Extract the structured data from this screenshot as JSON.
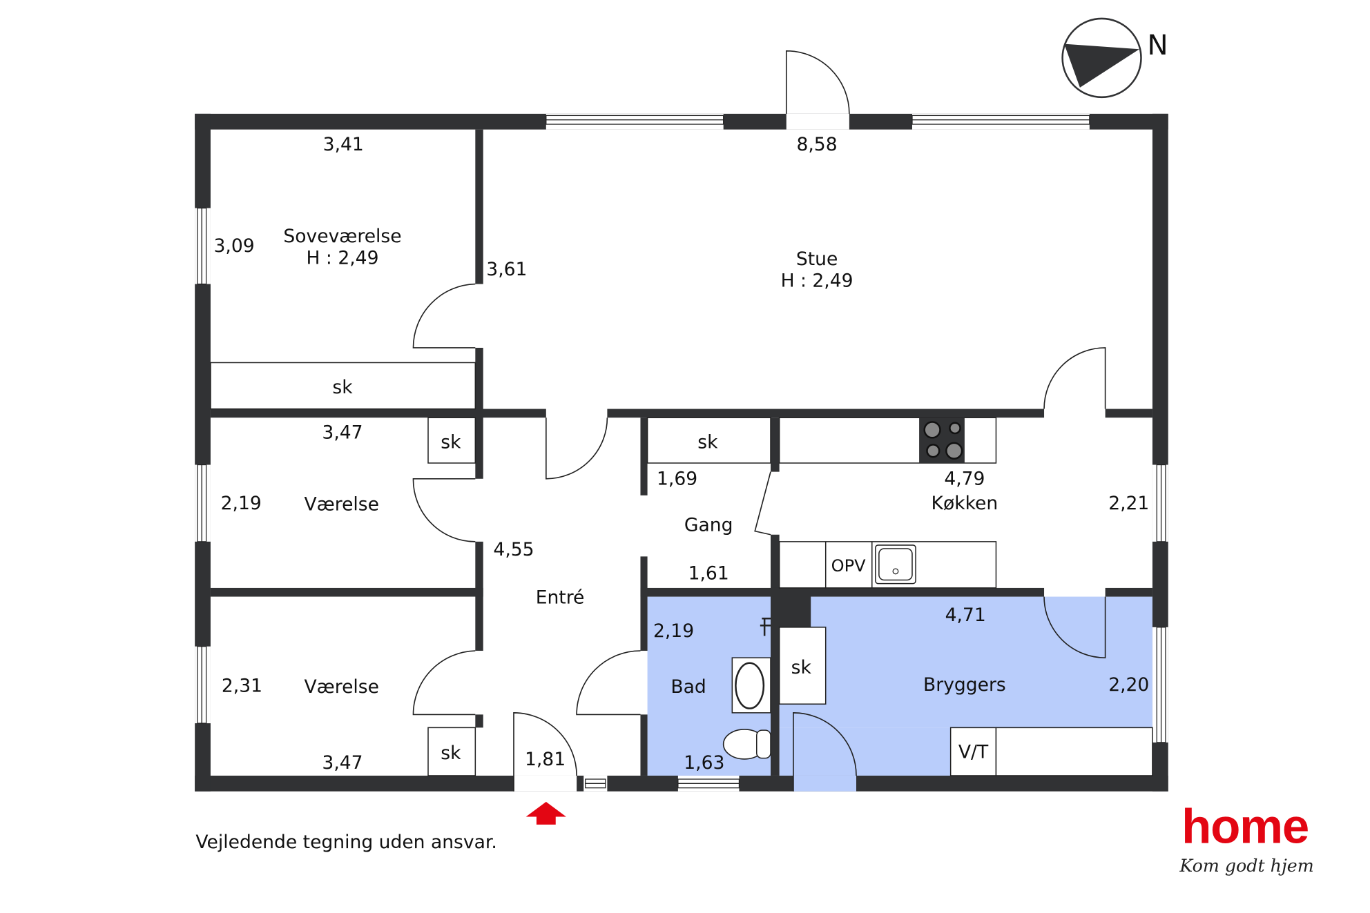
{
  "compass": {
    "label": "N"
  },
  "rooms": {
    "sovevaerelse": {
      "name": "Soveværelse",
      "height": "H : 2,49",
      "width": "3,41",
      "depth": "3,09",
      "closet": "sk"
    },
    "stue": {
      "name": "Stue",
      "height": "H : 2,49",
      "width": "8,58",
      "depth": "3,61"
    },
    "vaerelse1": {
      "name": "Værelse",
      "width": "3,47",
      "depth": "2,19",
      "closet": "sk"
    },
    "vaerelse2": {
      "name": "Værelse",
      "width": "3,47",
      "depth": "2,31",
      "closet": "sk"
    },
    "entre": {
      "name": "Entré",
      "depth": "4,55",
      "width": "1,81"
    },
    "gang": {
      "name": "Gang",
      "width_top": "1,69",
      "width_bottom": "1,61",
      "closet": "sk"
    },
    "kokken": {
      "name": "Køkken",
      "width": "4,79",
      "depth": "2,21",
      "appliance": "OPV"
    },
    "bad": {
      "name": "Bad",
      "depth": "2,19",
      "width": "1,63"
    },
    "bryggers": {
      "name": "Bryggers",
      "width": "4,71",
      "depth": "2,20",
      "closet": "sk",
      "appliance": "V/T"
    }
  },
  "footer": {
    "disclaimer": "Vejledende tegning uden ansvar."
  },
  "logo": {
    "brand": "home",
    "tagline": "Kom godt hjem",
    "color": "#e30613"
  },
  "colors": {
    "wall": "#313234",
    "wet_room": "#b9cdfb",
    "entrance_arrow": "#e30613"
  }
}
